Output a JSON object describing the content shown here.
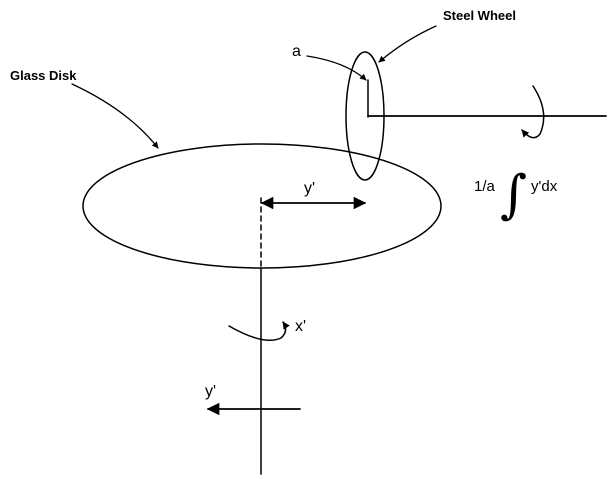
{
  "labels": {
    "steel_wheel": "Steel Wheel",
    "glass_disk": "Glass Disk",
    "radius": "a",
    "disk_offset": "y'",
    "shaft_rotation": "x'",
    "output_arrow": "y'",
    "formula_prefix": "1/a",
    "integral_sign": "∫",
    "formula_body": "y'dx"
  },
  "colors": {
    "ink": "#000000",
    "background": "#ffffff"
  }
}
